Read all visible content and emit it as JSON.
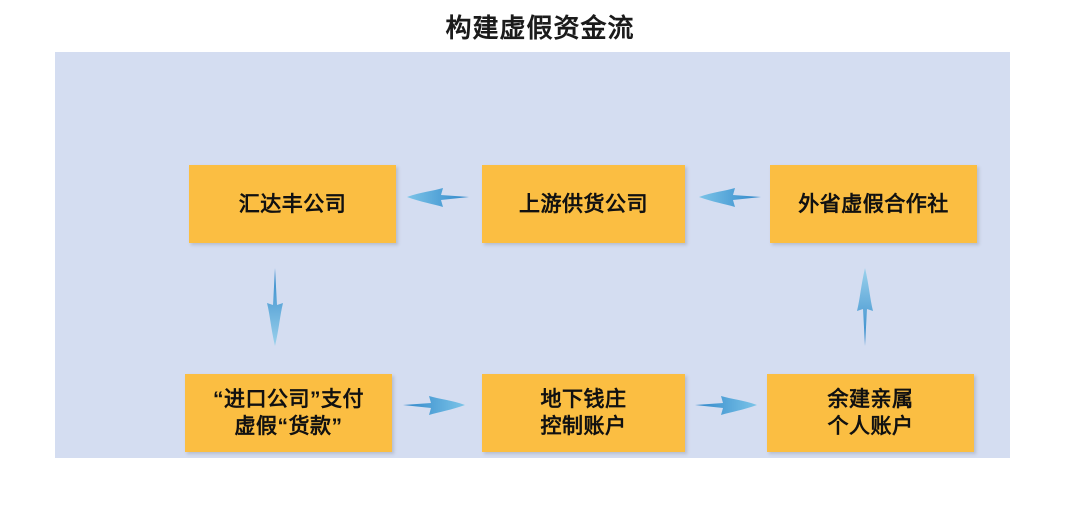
{
  "title": "构建虚假资金流",
  "colors": {
    "panel_background": "#d4ddf1",
    "node_fill": "#fbbe42",
    "node_text": "#111111",
    "arrow": "#3f9bd9",
    "title_text": "#1b1b1b",
    "page_background": "#ffffff"
  },
  "diagram": {
    "type": "flow",
    "nodes": [
      {
        "id": "huidafeng",
        "label": "汇达丰公司",
        "row": "top",
        "column": 1
      },
      {
        "id": "supplier",
        "label": "上游供货公司",
        "row": "top",
        "column": 2
      },
      {
        "id": "coop",
        "label": "外省虚假合作社",
        "row": "top",
        "column": 3
      },
      {
        "id": "importer",
        "label": "“进口公司”支付\n虚假“货款”",
        "row": "bottom",
        "column": 1
      },
      {
        "id": "underground",
        "label": "地下钱庄\n控制账户",
        "row": "bottom",
        "column": 2
      },
      {
        "id": "relatives",
        "label": "余建亲属\n个人账户",
        "row": "bottom",
        "column": 3
      }
    ],
    "edges": [
      {
        "from": "huidafeng",
        "to": "supplier",
        "direction": "right"
      },
      {
        "from": "supplier",
        "to": "coop",
        "direction": "right"
      },
      {
        "from": "coop",
        "to": "relatives",
        "direction": "down"
      },
      {
        "from": "relatives",
        "to": "underground",
        "direction": "left"
      },
      {
        "from": "underground",
        "to": "importer",
        "direction": "left"
      },
      {
        "from": "importer",
        "to": "huidafeng",
        "direction": "up"
      }
    ]
  }
}
